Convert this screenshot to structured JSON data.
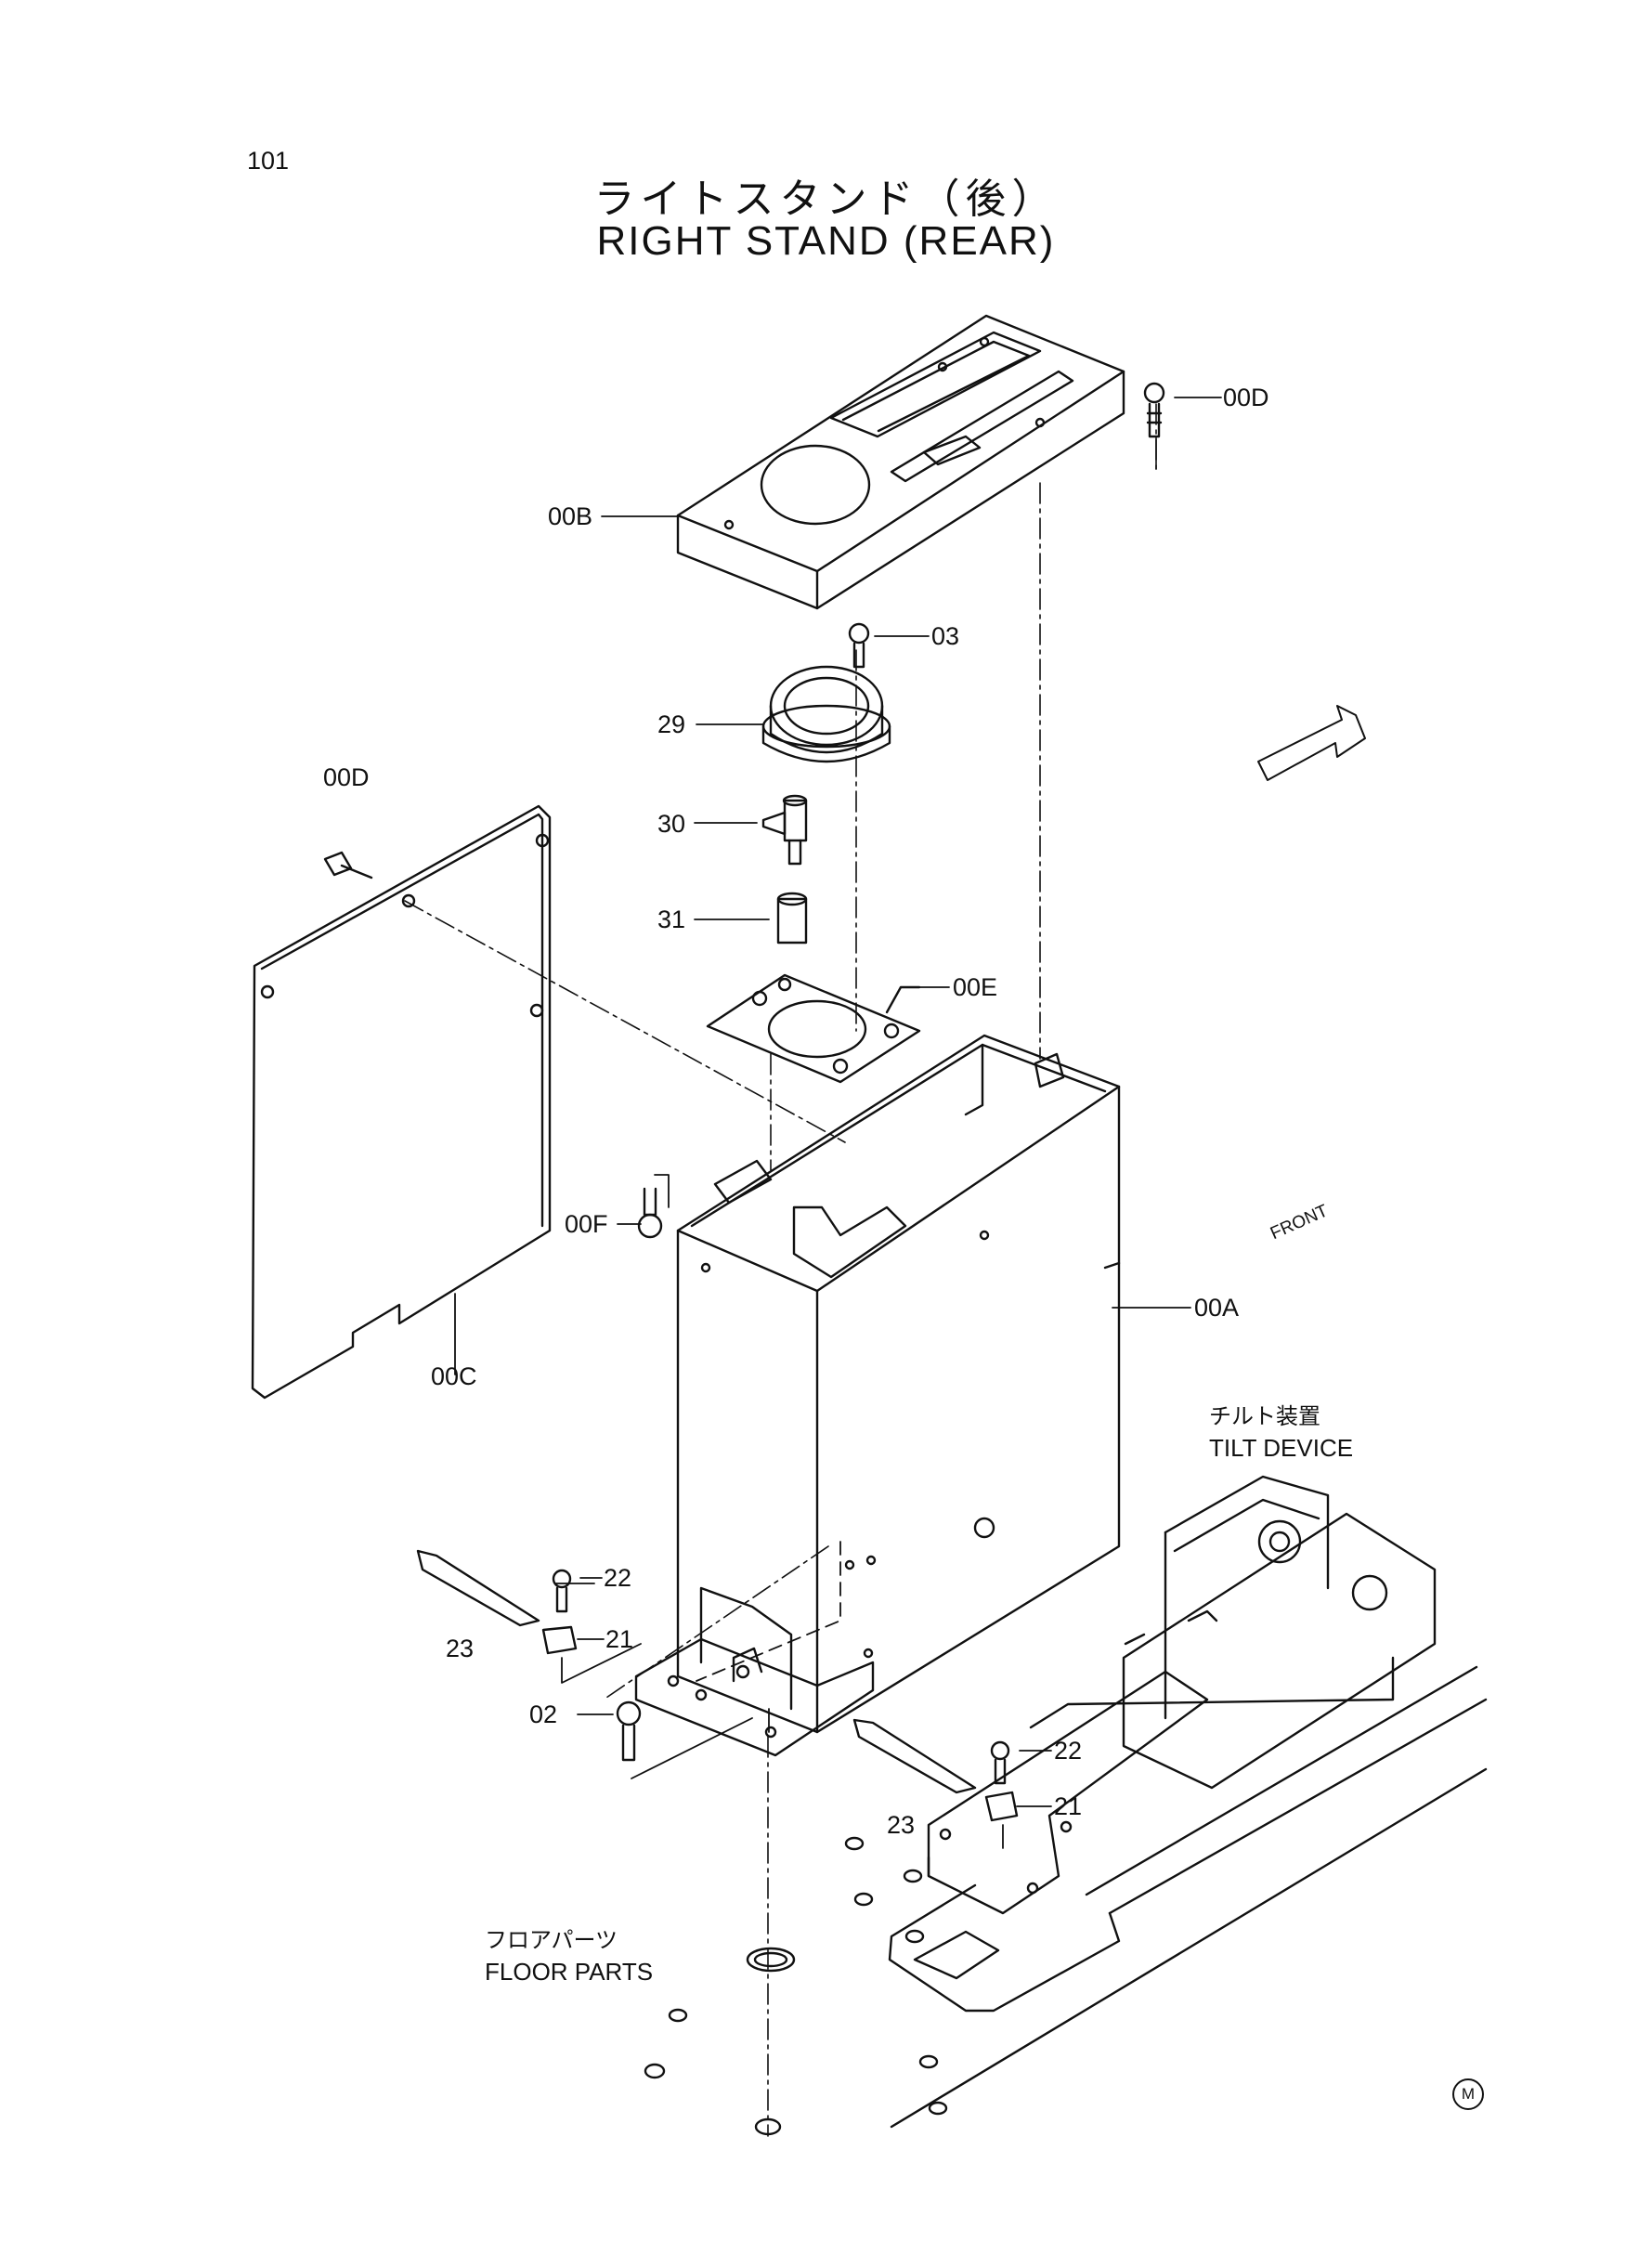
{
  "page_number": "101",
  "title_jp": "ライトスタンド（後）",
  "title_en": "RIGHT STAND (REAR)",
  "front_indicator": "FRONT",
  "callouts": {
    "c00D_top": "00D",
    "c00B": "00B",
    "c03": "03",
    "c29": "29",
    "c00D_left": "00D",
    "c30": "30",
    "c31": "31",
    "c00E": "00E",
    "c00F": "00F",
    "c00A": "00A",
    "c00C": "00C",
    "c22_left": "22",
    "c21_left": "21",
    "c23_left": "23",
    "c02": "02",
    "c22_right": "22",
    "c21_right": "21",
    "c23_right": "23"
  },
  "notes": {
    "tilt_jp": "チルト装置",
    "tilt_en": "TILT DEVICE",
    "floor_jp": "フロアパーツ",
    "floor_en": "FLOOR PARTS"
  },
  "mark": "M"
}
